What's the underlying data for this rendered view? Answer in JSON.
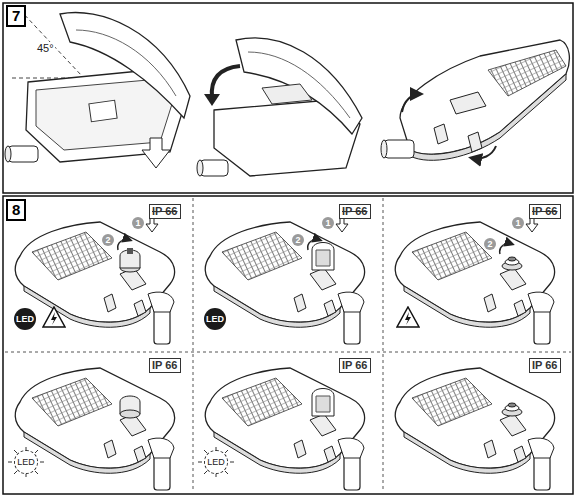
{
  "diagram": {
    "nodes": [
      {
        "text": [
          "7"
        ]
      },
      {
        "text": [
          "8"
        ]
      },
      {
        "text": [
          "IP 66"
        ]
      },
      {
        "text": [
          "1"
        ]
      },
      {
        "text": [
          "2"
        ]
      },
      {
        "text": [
          "LED"
        ]
      },
      {
        "text": [
          "IP 66"
        ]
      },
      {
        "text": [
          "1"
        ]
      },
      {
        "text": [
          "2"
        ]
      },
      {
        "text": [
          "LED"
        ]
      },
      {
        "text": [
          "IP 66"
        ]
      },
      {
        "text": [
          "1"
        ]
      },
      {
        "text": [
          "2"
        ]
      },
      {
        "text": [
          "IP 66"
        ]
      },
      {
        "text": [
          "LED"
        ]
      },
      {
        "text": [
          "IP 66"
        ]
      },
      {
        "text": [
          "LED"
        ]
      },
      {
        "text": [
          "IP 66"
        ]
      }
    ],
    "labels": [
      "45°"
    ]
  }
}
